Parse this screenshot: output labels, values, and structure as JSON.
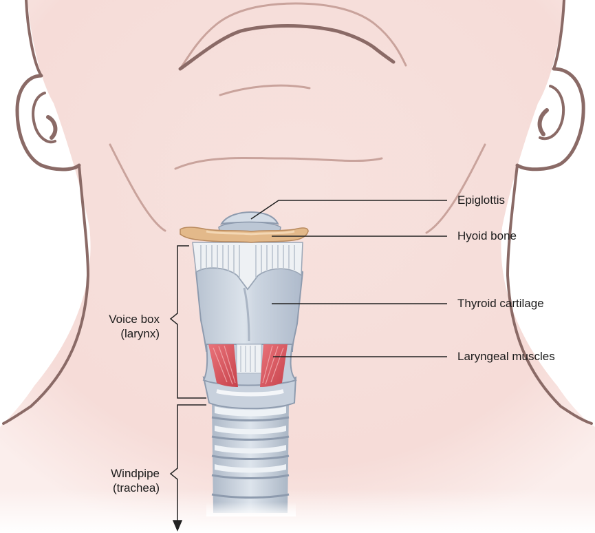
{
  "labels": {
    "epiglottis": "Epiglottis",
    "hyoid_bone": "Hyoid bone",
    "thyroid_cartilage": "Thyroid cartilage",
    "laryngeal_muscles": "Laryngeal muscles",
    "voice_box": "Voice box",
    "voice_box_sub": "(larynx)",
    "windpipe": "Windpipe",
    "windpipe_sub": "(trachea)"
  },
  "colors": {
    "skin": "#f6dcd8",
    "outline": "#8a6a66",
    "cartilage": "#c9d3df",
    "hyoid": "#e3b98a",
    "muscle": "#d9535b",
    "leader": "#222222"
  }
}
